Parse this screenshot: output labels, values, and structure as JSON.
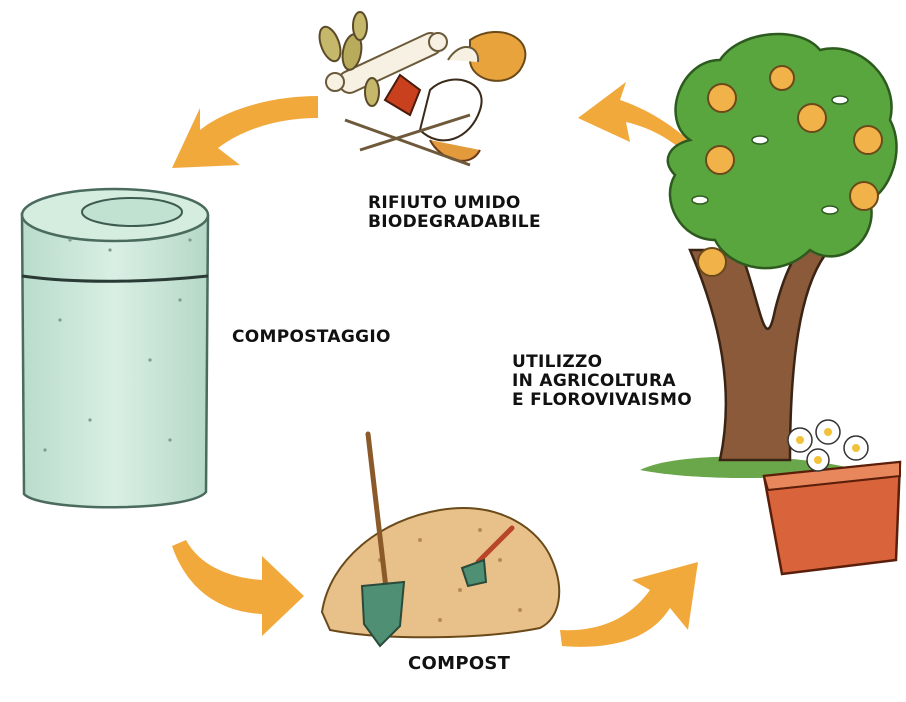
{
  "stages": {
    "waste": {
      "lines": [
        "RIFIUTO UMIDO",
        "BIODEGRADABILE"
      ]
    },
    "composting": {
      "label": "COMPOSTAGGIO"
    },
    "use": {
      "lines": [
        "UTILIZZO",
        "IN AGRICOLTURA",
        "E FLOROVIVAISMO"
      ]
    },
    "compost": {
      "label": "COMPOST"
    }
  },
  "colors": {
    "arrow": "#f2a93b",
    "bin": "#cfe7da",
    "compost_pile": "#e8c08a",
    "tree_foliage": "#5aa63e",
    "trunk": "#8a5a3a",
    "planter": "#d9643c"
  }
}
